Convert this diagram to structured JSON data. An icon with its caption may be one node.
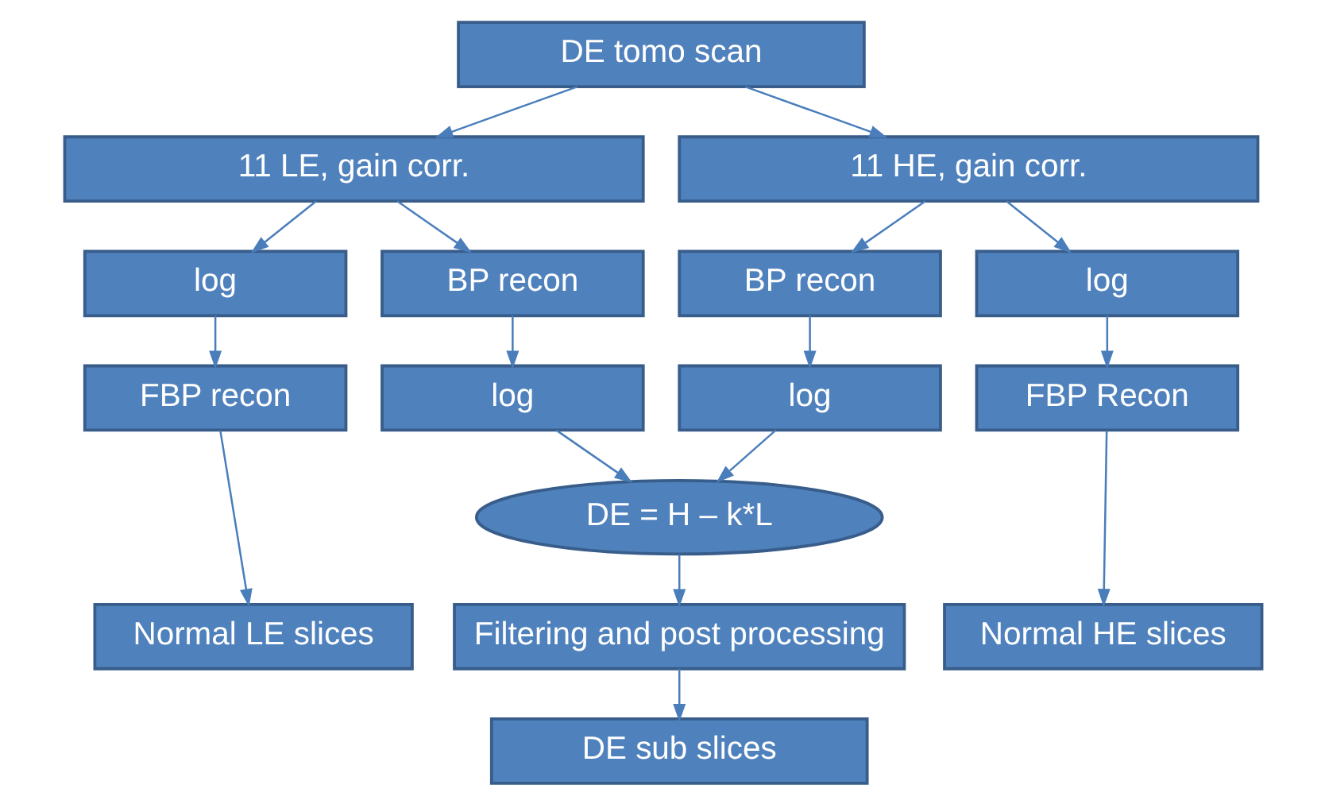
{
  "diagram": {
    "nodes": [
      {
        "text": [
          "DE tomo scan"
        ]
      },
      {
        "text": [
          "11 LE, gain corr."
        ]
      },
      {
        "text": [
          "11 HE, gain corr."
        ]
      },
      {
        "text": [
          "log"
        ]
      },
      {
        "text": [
          "BP recon"
        ]
      },
      {
        "text": [
          "BP recon"
        ]
      },
      {
        "text": [
          "log"
        ]
      },
      {
        "text": [
          "FBP recon"
        ]
      },
      {
        "text": [
          "log"
        ]
      },
      {
        "text": [
          "log"
        ]
      },
      {
        "text": [
          "FBP Recon"
        ]
      },
      {
        "text": [
          "DE = H – k*L"
        ]
      },
      {
        "text": [
          "Normal LE slices"
        ]
      },
      {
        "text": [
          "Filtering and post processing"
        ]
      },
      {
        "text": [
          "Normal HE slices"
        ]
      },
      {
        "text": [
          "DE sub slices"
        ]
      }
    ],
    "edges": [
      {
        "from": 0,
        "to": 1,
        "arrow": "to"
      },
      {
        "from": 0,
        "to": 2,
        "arrow": "to"
      },
      {
        "from": 1,
        "to": 3,
        "arrow": "to"
      },
      {
        "from": 1,
        "to": 4,
        "arrow": "to"
      },
      {
        "from": 2,
        "to": 5,
        "arrow": "to"
      },
      {
        "from": 2,
        "to": 6,
        "arrow": "to"
      },
      {
        "from": 3,
        "to": 7,
        "arrow": "to"
      },
      {
        "from": 4,
        "to": 8,
        "arrow": "to"
      },
      {
        "from": 5,
        "to": 9,
        "arrow": "to"
      },
      {
        "from": 6,
        "to": 10,
        "arrow": "to"
      },
      {
        "from": 7,
        "to": 12,
        "arrow": "to"
      },
      {
        "from": 8,
        "to": 11,
        "arrow": "to"
      },
      {
        "from": 9,
        "to": 11,
        "arrow": "to"
      },
      {
        "from": 10,
        "to": 14,
        "arrow": "to"
      },
      {
        "from": 11,
        "to": 13,
        "arrow": "to"
      },
      {
        "from": 13,
        "to": 15,
        "arrow": "to"
      }
    ]
  }
}
